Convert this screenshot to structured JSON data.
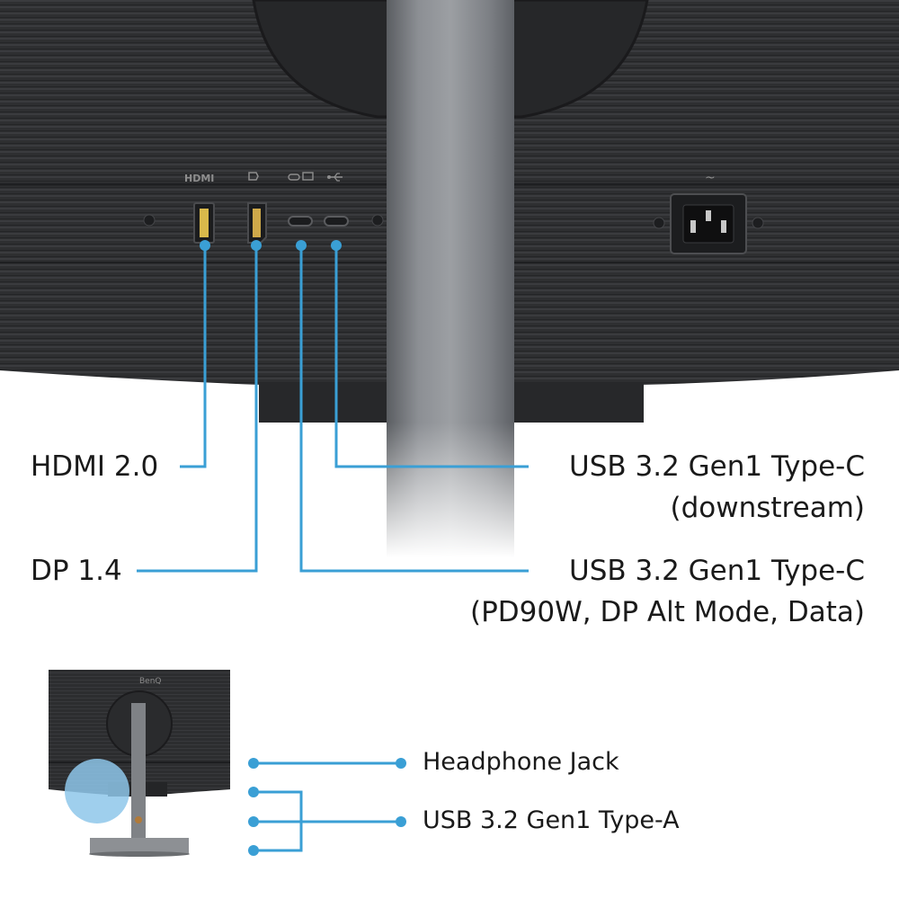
{
  "ports_main": {
    "hdmi": "HDMI 2.0",
    "dp": "DP 1.4",
    "usbc_down_line1": "USB 3.2 Gen1 Type-C",
    "usbc_down_line2": "(downstream)",
    "usbc_pd_line1": "USB 3.2 Gen1 Type-C",
    "usbc_pd_line2": "(PD90W, DP Alt Mode, Data)"
  },
  "ports_side": {
    "headphone": "Headphone Jack",
    "usba": "USB 3.2 Gen1 Type-A"
  },
  "panel_markings": {
    "hdmi_tag": "HDMI",
    "power_tag": "~"
  },
  "colors": {
    "callout_blue": "#3a9fd5",
    "monitor_body": "#2f3032",
    "stand_gray": "#7c7f83",
    "text": "#1a1a1a"
  },
  "icons": [
    "hdmi-port-icon",
    "displayport-port-icon",
    "usb-c-port-icon",
    "usb-icon",
    "power-socket-icon",
    "screw-icon"
  ]
}
